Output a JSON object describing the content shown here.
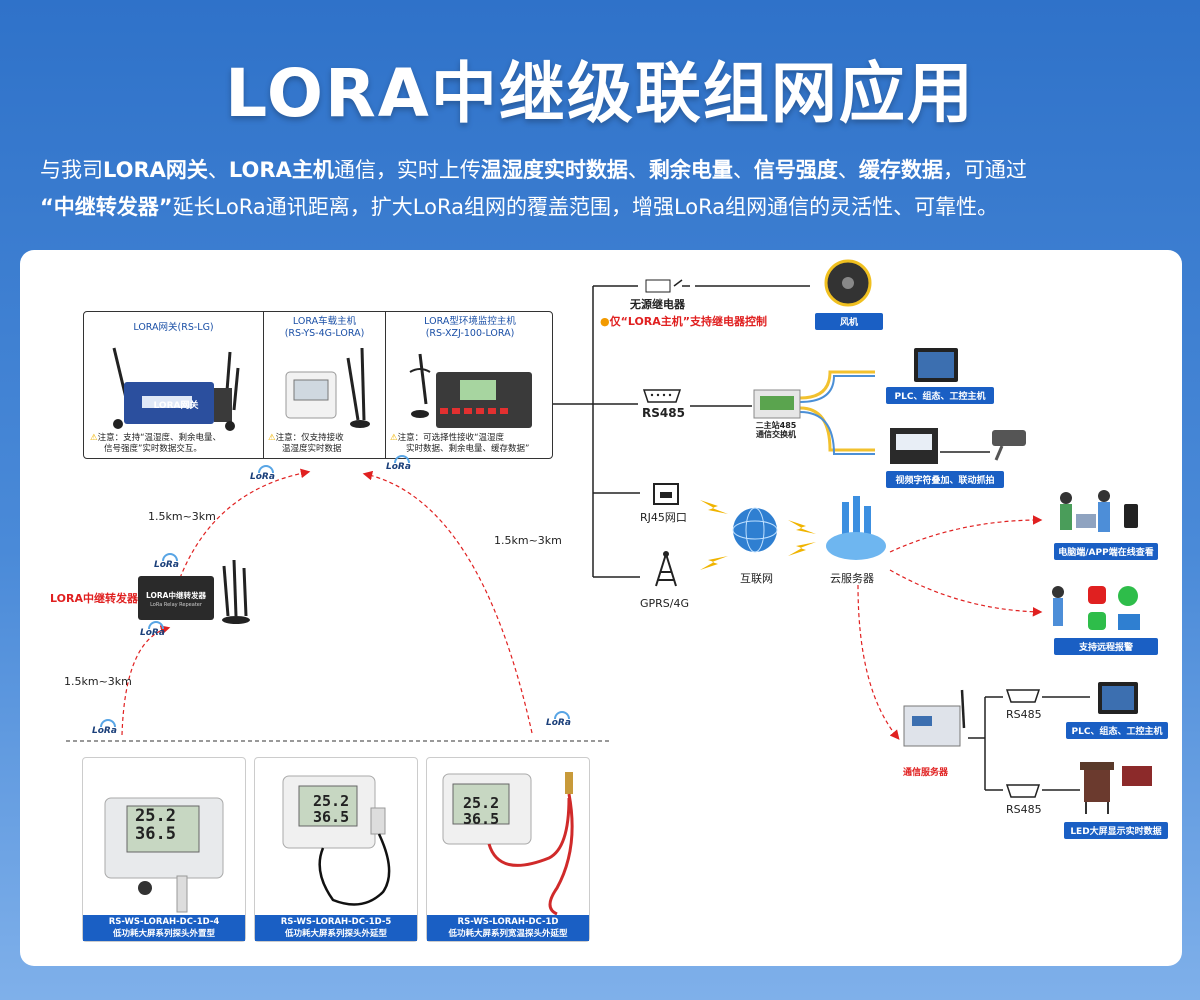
{
  "title": "LORA中继级联组网应用",
  "subtitle": {
    "line1": [
      {
        "t": "与我司",
        "b": false
      },
      {
        "t": "LORA网关",
        "b": true
      },
      {
        "t": "、",
        "b": false
      },
      {
        "t": "LORA主机",
        "b": true
      },
      {
        "t": "通信，实时上传",
        "b": false
      },
      {
        "t": "温湿度实时数据",
        "b": true
      },
      {
        "t": "、",
        "b": false
      },
      {
        "t": "剩余电量",
        "b": true
      },
      {
        "t": "、",
        "b": false
      },
      {
        "t": "信号强度",
        "b": true
      },
      {
        "t": "、",
        "b": false
      },
      {
        "t": "缓存数据",
        "b": true
      },
      {
        "t": "，可通过",
        "b": false
      }
    ],
    "line2": [
      {
        "t": "“中继转发器”",
        "b": true
      },
      {
        "t": "延长LoRa通讯距离，扩大LoRa组网的覆盖范围，增强LoRa组网通信的灵活性、可靠性。",
        "b": false
      }
    ]
  },
  "devices_box": {
    "gateway": {
      "title": "LORA网关(RS-LG)",
      "note": "注意：支持“温湿度、剩余电量、信号强度”实时数据交互。",
      "note_l1": "注意：支持“温湿度、剩余电量、",
      "note_l2": "信号强度”实时数据交互。",
      "screen_text": "LORA网关"
    },
    "vehicle": {
      "title_l1": "LORA车载主机",
      "title_l2": "(RS-YS-4G-LORA)",
      "note_l1": "注意：仅支持接收",
      "note_l2": "温湿度实时数据"
    },
    "monitor": {
      "title_l1": "LORA型环境监控主机",
      "title_l2": "(RS-XZJ-100-LORA)",
      "note_l1": "注意：可选择性接收“温湿度",
      "note_l2": "实时数据、剩余电量、缓存数据”"
    }
  },
  "lora_logo": "LoRa",
  "distances": {
    "d1": "1.5km~3km",
    "d2": "1.5km~3km",
    "d3": "1.5km~3km"
  },
  "repeater": {
    "label": "LORA中继转发器",
    "device_text": "LORA中继转发器",
    "device_sub": "LoRa Relay Repeater"
  },
  "sensors": [
    {
      "model": "RS-WS-LORAH-DC-1D-4",
      "desc": "低功耗大屏系列探头外置型",
      "temp": "25.2",
      "hum": "36.5"
    },
    {
      "model": "RS-WS-LORAH-DC-1D-5",
      "desc": "低功耗大屏系列探头外延型",
      "temp": "25.2",
      "hum": "36.5"
    },
    {
      "model": "RS-WS-LORAH-DC-1D",
      "desc": "低功耗大屏系列宽温探头外延型",
      "temp": "25.2",
      "hum": "36.5"
    }
  ],
  "right": {
    "relay": "无源继电器",
    "relay_note": "仅“LORA主机”支持继电器控制",
    "fan": "风机",
    "rs485": "RS485",
    "switch": "二主站485通信交换机",
    "switch_l1": "二主站485",
    "switch_l2": "通信交换机",
    "plc1": "PLC、组态、工控主机",
    "video": "视频字符叠加、联动抓拍",
    "rj45": "RJ45网口",
    "gprs": "GPRS/4G",
    "internet": "互联网",
    "cloud": "云服务器",
    "app": "电脑端/APP端在线查看",
    "alarm": "支持远程报警",
    "comm_server": "通信服务器",
    "rs485_a": "RS485",
    "rs485_b": "RS485",
    "plc2": "PLC、组态、工控主机",
    "led": "LED大屏显示实时数据"
  },
  "colors": {
    "accent": "#1a5fc4",
    "red": "#e02020",
    "title": "#ffffff"
  }
}
